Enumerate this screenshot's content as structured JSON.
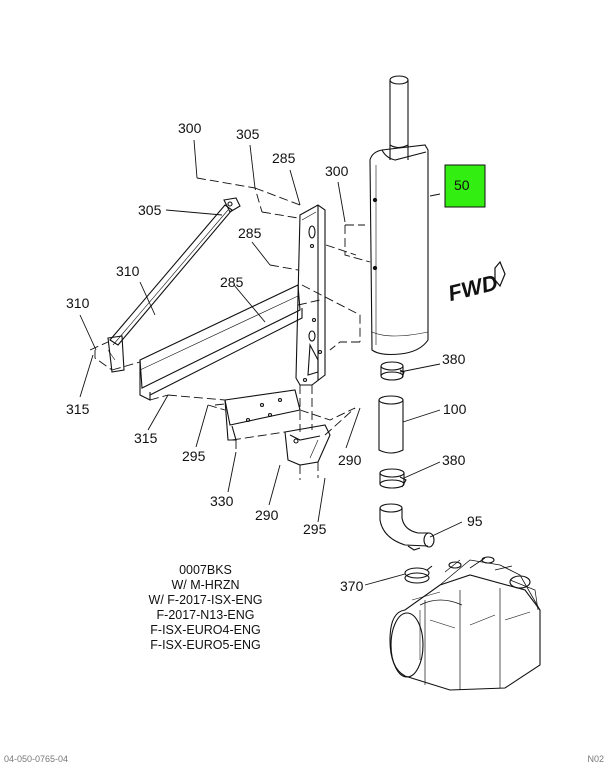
{
  "highlight_color": "#33ee11",
  "callouts": {
    "c50": "50",
    "c95": "95",
    "c100": "100",
    "c285a": "285",
    "c285b": "285",
    "c285c": "285",
    "c290a": "290",
    "c290b": "290",
    "c295a": "295",
    "c295b": "295",
    "c300a": "300",
    "c300b": "300",
    "c305a": "305",
    "c305b": "305",
    "c310a": "310",
    "c310b": "310",
    "c315a": "315",
    "c315b": "315",
    "c330": "330",
    "c370": "370",
    "c380a": "380",
    "c380b": "380"
  },
  "fwd_label": "FWD",
  "notes": [
    "0007BKS",
    "W/ M-HRZN",
    "W/ F-2017-ISX-ENG",
    "F-2017-N13-ENG",
    "F-ISX-EURO4-ENG",
    "F-ISX-EURO5-ENG"
  ],
  "footer": {
    "left": "04-050-0765-04",
    "right": "N02"
  }
}
